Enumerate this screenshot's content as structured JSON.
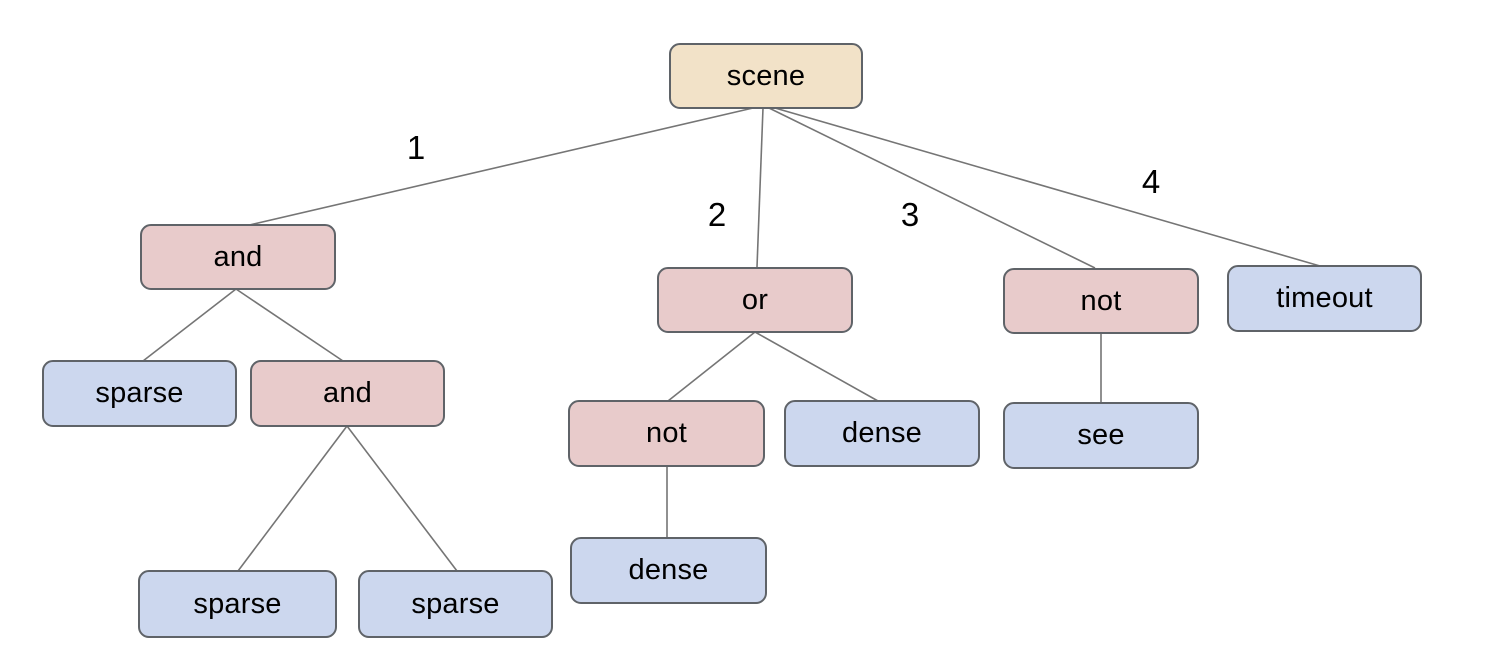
{
  "colors": {
    "root_fill": "#f2e2c8",
    "operator_fill": "#e8cbcb",
    "leaf_fill": "#ccd7ee",
    "node_border": "#5f6368",
    "edge_stroke": "#757575",
    "text": "#000000",
    "bg": "#ffffff"
  },
  "nodes": [
    {
      "id": "scene",
      "label": "scene",
      "kind": "root"
    },
    {
      "id": "and-1",
      "label": "and",
      "kind": "operator"
    },
    {
      "id": "or-1",
      "label": "or",
      "kind": "operator"
    },
    {
      "id": "not-1",
      "label": "not",
      "kind": "operator"
    },
    {
      "id": "timeout",
      "label": "timeout",
      "kind": "leaf"
    },
    {
      "id": "sparse-1",
      "label": "sparse",
      "kind": "leaf"
    },
    {
      "id": "and-2",
      "label": "and",
      "kind": "operator"
    },
    {
      "id": "not-2",
      "label": "not",
      "kind": "operator"
    },
    {
      "id": "dense-1",
      "label": "dense",
      "kind": "leaf"
    },
    {
      "id": "see",
      "label": "see",
      "kind": "leaf"
    },
    {
      "id": "sparse-2",
      "label": "sparse",
      "kind": "leaf"
    },
    {
      "id": "sparse-3",
      "label": "sparse",
      "kind": "leaf"
    },
    {
      "id": "dense-2",
      "label": "dense",
      "kind": "leaf"
    }
  ],
  "edge_labels": [
    "1",
    "2",
    "3",
    "4"
  ],
  "tree": {
    "root": "scene",
    "edges": [
      {
        "from": "scene",
        "to": "and-1",
        "branch_label": "1"
      },
      {
        "from": "scene",
        "to": "or-1",
        "branch_label": "2"
      },
      {
        "from": "scene",
        "to": "not-1",
        "branch_label": "3"
      },
      {
        "from": "scene",
        "to": "timeout",
        "branch_label": "4"
      },
      {
        "from": "and-1",
        "to": "sparse-1",
        "branch_label": ""
      },
      {
        "from": "and-1",
        "to": "and-2",
        "branch_label": ""
      },
      {
        "from": "and-2",
        "to": "sparse-2",
        "branch_label": ""
      },
      {
        "from": "and-2",
        "to": "sparse-3",
        "branch_label": ""
      },
      {
        "from": "or-1",
        "to": "not-2",
        "branch_label": ""
      },
      {
        "from": "or-1",
        "to": "dense-1",
        "branch_label": ""
      },
      {
        "from": "not-2",
        "to": "dense-2",
        "branch_label": ""
      },
      {
        "from": "not-1",
        "to": "see",
        "branch_label": ""
      }
    ]
  }
}
